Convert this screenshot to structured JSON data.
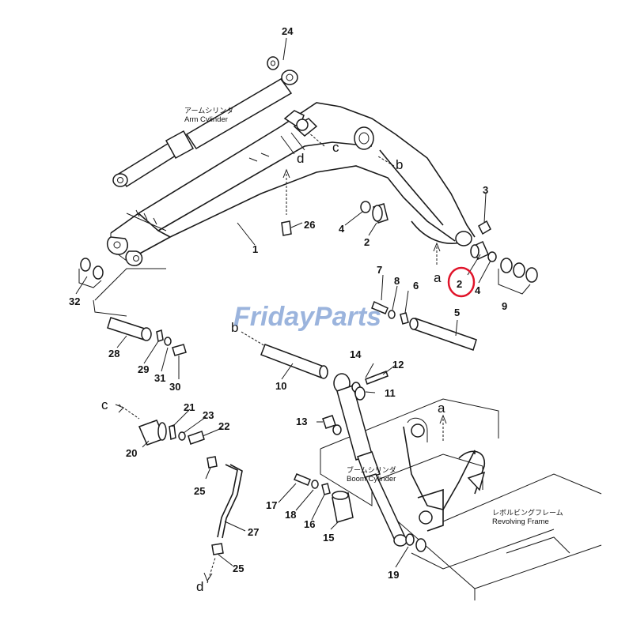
{
  "watermark": {
    "text": "FridayParts",
    "color": "#4a78c2"
  },
  "highlight_color": "#e0142a",
  "captions": {
    "arm_cylinder_jp": "アームシリンダ",
    "arm_cylinder_en": "Arm Cylinder",
    "boom_cylinder_jp": "ブームシリンダ",
    "boom_cylinder_en": "Boom Cylinder",
    "revolving_frame_jp": "レボルビングフレーム",
    "revolving_frame_en": "Revolving Frame"
  },
  "letters": {
    "a1": "a",
    "a2": "a",
    "b1": "b",
    "b2": "b",
    "c1": "c",
    "c2": "c",
    "d1": "d",
    "d2": "d"
  },
  "labels": {
    "p1": "1",
    "p2a": "2",
    "p2b": "2",
    "p3": "3",
    "p4a": "4",
    "p4b": "4",
    "p5": "5",
    "p6": "6",
    "p7": "7",
    "p8": "8",
    "p9": "9",
    "p10": "10",
    "p11": "11",
    "p12": "12",
    "p13": "13",
    "p14": "14",
    "p15": "15",
    "p16": "16",
    "p17": "17",
    "p18": "18",
    "p19": "19",
    "p20": "20",
    "p21": "21",
    "p22": "22",
    "p23": "23",
    "p24": "24",
    "p25a": "25",
    "p25b": "25",
    "p26": "26",
    "p27": "27",
    "p28": "28",
    "p29": "29",
    "p30": "30",
    "p31": "31",
    "p32": "32"
  }
}
